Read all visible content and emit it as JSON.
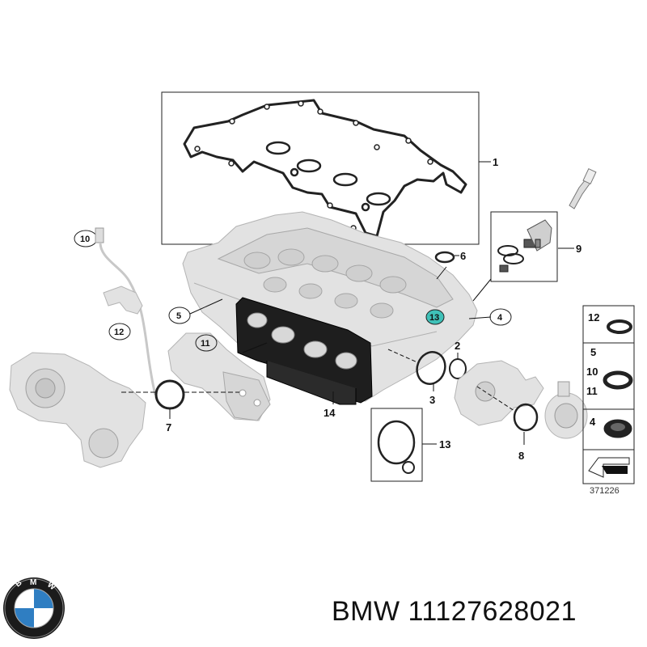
{
  "labels": {
    "p1": "1",
    "p2": "2",
    "p3": "3",
    "p4": "4",
    "p5": "5",
    "p6": "6",
    "p7": "7",
    "p8": "8",
    "p9": "9",
    "p10": "10",
    "p11": "11",
    "p12": "12",
    "p13": "13",
    "p14": "14",
    "p13box": "13"
  },
  "legend": {
    "row1": "12",
    "row2a": "5",
    "row2b": "10",
    "row2c": "11",
    "row3": "4"
  },
  "reference_number": "371226",
  "caption": "BMW 11127628021",
  "colors": {
    "highlight": "#3fc1b8",
    "gasket": "#222222",
    "part_gray": "#e2e2e2"
  },
  "icons": {
    "logo": "bmw-roundel-logo"
  }
}
